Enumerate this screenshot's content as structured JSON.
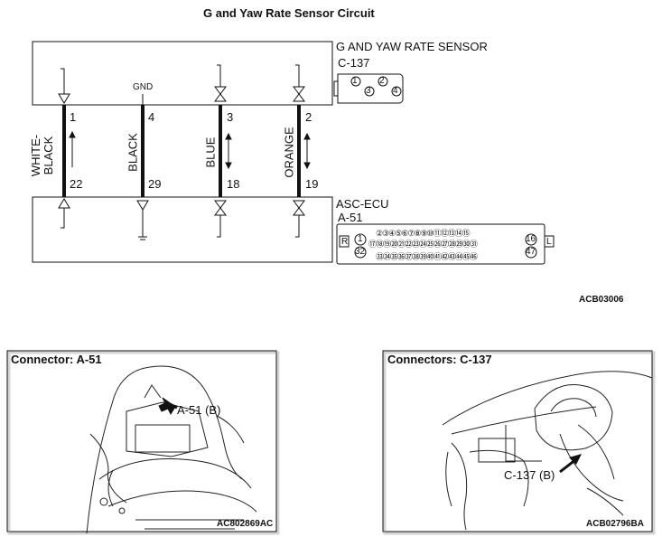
{
  "title": "G and Yaw Rate Sensor Circuit",
  "top_module": {
    "name": "G AND YAW RATE SENSOR",
    "connector": "C-137",
    "pins": [
      "1",
      "2",
      "3",
      "4"
    ]
  },
  "bottom_module": {
    "name": "ASC-ECU",
    "connector": "A-51"
  },
  "ecu_connector": {
    "left_tag": "R",
    "right_tag": "L",
    "row1_left": "1",
    "row1_right": "16",
    "row1_pins": "②③④⑤⑥⑦⑧⑨⑩⑪⑫⑬⑭⑮",
    "row2_pins": "⑰⑱⑲⑳㉑㉒㉓㉔㉕㉖㉗㉘㉙㉚㉛",
    "row3_left": "32",
    "row3_right": "47",
    "row3_pins": "㉝㉞㉟㊱㊲㊳㊴㊵㊶㊷㊸㊹㊺㊻"
  },
  "gnd_label": "GND",
  "wires": [
    {
      "color_name": "WHITE-\nBLACK",
      "color_line1": "WHITE-",
      "color_line2": "BLACK",
      "top_pin": "1",
      "bottom_pin": "22"
    },
    {
      "color_name": "BLACK",
      "top_pin": "4",
      "bottom_pin": "29"
    },
    {
      "color_name": "BLUE",
      "top_pin": "3",
      "bottom_pin": "18"
    },
    {
      "color_name": "ORANGE",
      "top_pin": "2",
      "bottom_pin": "19"
    }
  ],
  "diagram_code": "ACB03006",
  "panel_left": {
    "title": "Connector: A-51",
    "callout": "A-51 (B)",
    "code": "AC802869AC"
  },
  "panel_right": {
    "title": "Connectors: C-137",
    "callout": "C-137 (B)",
    "code": "ACB02796BA"
  }
}
